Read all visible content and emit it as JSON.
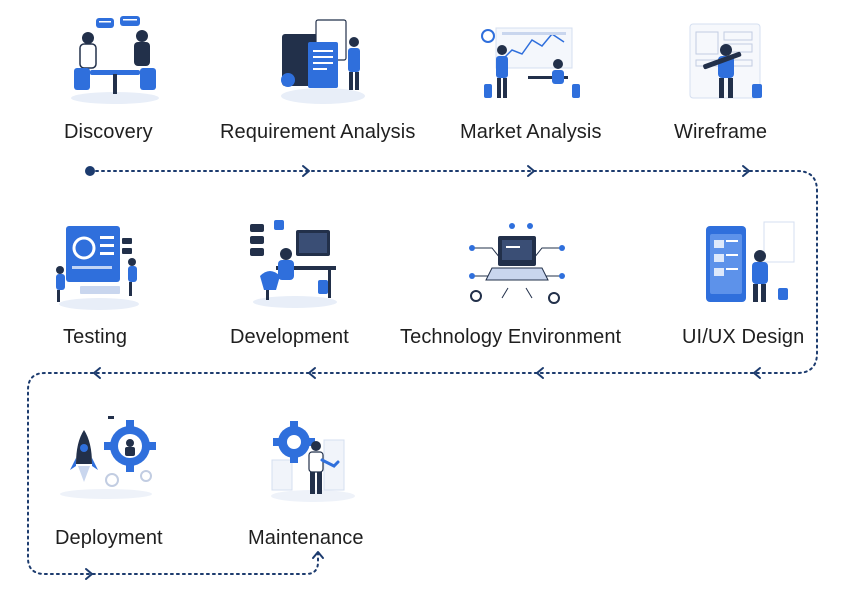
{
  "colors": {
    "accent": "#2f6fdc",
    "line": "#1c3b6e",
    "dark": "#22304a",
    "light": "#dde8f8",
    "text": "#1f1f1f"
  },
  "steps": [
    {
      "label": "Discovery",
      "icon": "meeting-illustration"
    },
    {
      "label": "Requirement Analysis",
      "icon": "documents-illustration"
    },
    {
      "label": "Market Analysis",
      "icon": "presentation-illustration"
    },
    {
      "label": "Wireframe",
      "icon": "drawing-illustration"
    },
    {
      "label": "UI/UX Design",
      "icon": "mobile-design-illustration"
    },
    {
      "label": "Technology Environment",
      "icon": "laptop-network-illustration"
    },
    {
      "label": "Development",
      "icon": "developer-desk-illustration"
    },
    {
      "label": "Testing",
      "icon": "testing-dashboard-illustration"
    },
    {
      "label": "Deployment",
      "icon": "rocket-gear-illustration"
    },
    {
      "label": "Maintenance",
      "icon": "mechanic-gear-illustration"
    }
  ]
}
